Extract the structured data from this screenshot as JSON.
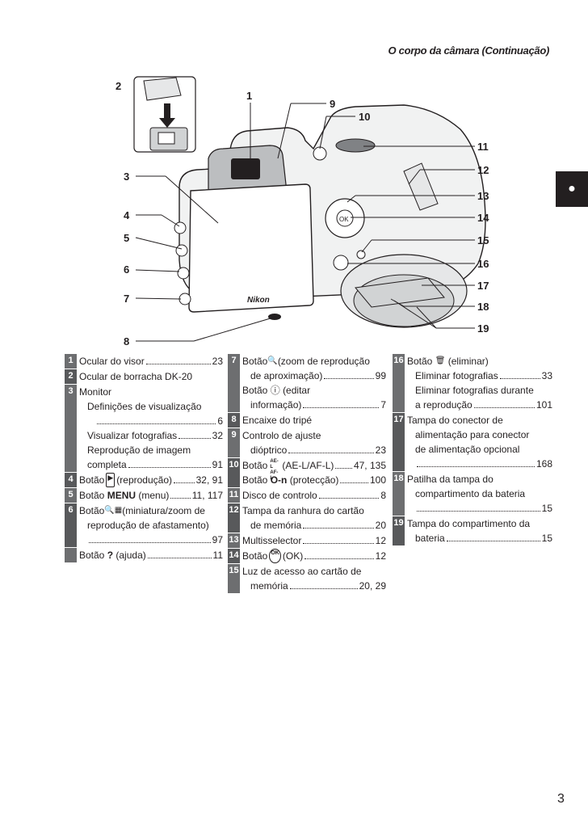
{
  "header": {
    "title": "O corpo da câmara (Continuação)"
  },
  "side_tab": {
    "icon": "camera-silhouette"
  },
  "figure": {
    "callouts": [
      "1",
      "2",
      "3",
      "4",
      "5",
      "6",
      "7",
      "8",
      "9",
      "10",
      "11",
      "12",
      "13",
      "14",
      "15",
      "16",
      "17",
      "18",
      "19"
    ],
    "brand": "Nikon",
    "ok_label": "OK"
  },
  "col1": {
    "n1": "1",
    "n1_text": "Ocular do visor",
    "n1_page": "23",
    "n2": "2",
    "n2_text": "Ocular de borracha DK-20",
    "n3": "3",
    "n3_text": "Monitor",
    "n3_a": "Definições de visualização",
    "n3_a_page": "6",
    "n3_b": "Visualizar fotografias",
    "n3_b_page": "32",
    "n3_c": "Reprodução de imagem",
    "n3_c2": "completa",
    "n3_c_page": "91",
    "n4": "4",
    "n4_pre": "Botão",
    "n4_glyph": "▶",
    "n4_text": "(reprodução)",
    "n4_page": "32, 91",
    "n5": "5",
    "n5_pre": "Botão",
    "n5_glyph": "MENU",
    "n5_text": "(menu)",
    "n5_page": "11, 117",
    "n6": "6",
    "n6_pre": "Botão",
    "n6_glyph": "🔍▦",
    "n6_text": "(miniatura/zoom de",
    "n6_b": "reprodução de afastamento)",
    "n6_page": "97",
    "n6x_pre": "Botão",
    "n6x_glyph": "?",
    "n6x_text": "(ajuda)",
    "n6x_page": "11"
  },
  "col2": {
    "n7": "7",
    "n7_pre": "Botão",
    "n7_glyph": "🔍",
    "n7_text": "(zoom de reprodução",
    "n7_b": "de aproximação)",
    "n7_page": "99",
    "n7x_pre": "Botão",
    "n7x_glyph": "ⓘ",
    "n7x_text": "(editar",
    "n7x_b": "informação)",
    "n7x_page": "7",
    "n8": "8",
    "n8_text": "Encaixe do tripé",
    "n9": "9",
    "n9_text": "Controlo de ajuste",
    "n9_b": "dióptrico",
    "n9_page": "23",
    "n10": "10",
    "n10_pre": "Botão",
    "n10_glyph": "AE-L AF-L",
    "n10_text": "(AE-L/AF-L)",
    "n10_page": "47, 135",
    "n10x_pre": "Botão",
    "n10x_glyph": "O-n",
    "n10x_text": "(protecção)",
    "n10x_page": "100",
    "n11": "11",
    "n11_text": "Disco de controlo",
    "n11_page": "8",
    "n12": "12",
    "n12_text": "Tampa da ranhura do cartão",
    "n12_b": "de memória",
    "n12_page": "20",
    "n13": "13",
    "n13_text": "Multisselector",
    "n13_page": "12",
    "n14": "14",
    "n14_pre": "Botão",
    "n14_glyph": "OK",
    "n14_text": "(OK)",
    "n14_page": "12",
    "n15": "15",
    "n15_text": "Luz de acesso ao cartão de",
    "n15_b": "memória",
    "n15_page": "20, 29"
  },
  "col3": {
    "n16": "16",
    "n16_pre": "Botão",
    "n16_glyph": "🗑",
    "n16_text": "(eliminar)",
    "n16_a": "Eliminar fotografias",
    "n16_a_page": "33",
    "n16_b": "Eliminar fotografias durante",
    "n16_b2": "a reprodução",
    "n16_b_page": "101",
    "n17": "17",
    "n17_text": "Tampa do conector de",
    "n17_b": "alimentação para conector",
    "n17_c": "de alimentação opcional",
    "n17_page": "168",
    "n18": "18",
    "n18_text": "Patilha da tampa do",
    "n18_b": "compartimento da bateria",
    "n18_page": "15",
    "n19": "19",
    "n19_text": "Tampa do compartimento da",
    "n19_b": "bateria",
    "n19_page": "15"
  },
  "footer": {
    "page_number": "3"
  }
}
